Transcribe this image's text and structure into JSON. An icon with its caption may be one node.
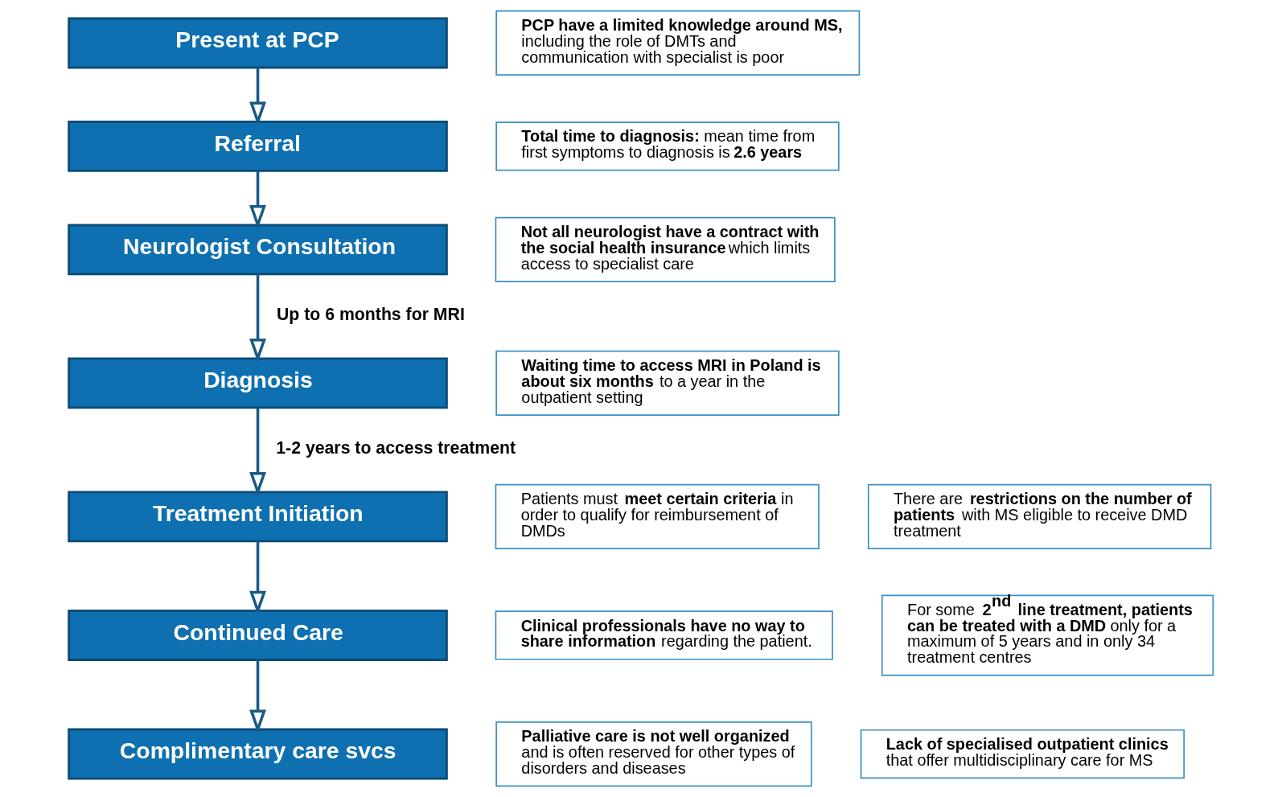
{
  "diagram": {
    "nodes": [
      {
        "text": [
          "Present at PCP"
        ]
      },
      {
        "text": [
          "Referral"
        ]
      },
      {
        "text": [
          "Neurologist Consultation"
        ]
      },
      {
        "text": [
          "Diagnosis"
        ]
      },
      {
        "text": [
          "Treatment Initiation"
        ]
      },
      {
        "text": [
          "Continued Care"
        ]
      },
      {
        "text": [
          "Complimentary care svcs"
        ]
      },
      {
        "text": [
          "**Total time to diagnosis**: mean time from first symptoms to diagnosis is **2.6 years**"
        ]
      },
      {
        "text": [
          "Patients must **meet certain criteria** in order to qualify for reimbursement of DMDs"
        ]
      },
      {
        "text": [
          "**Clinical professionals have no way to share information** regarding the patient."
        ]
      },
      {
        "text": [
          "**Palliative care is not well organized** and is often reserved for other types of disorders and diseases"
        ]
      },
      {
        "text": [
          "**PCP have a limited knowledge around MS**, including the role of DMTs and communication with specialist is poor"
        ]
      },
      {
        "text": [
          "**Not all neurologist have a contract with the social health insurance** which limits access to specialist care"
        ]
      },
      {
        "text": [
          "**Waiting time to access MRI in Poland is about six months** to a year in the outpatient setting"
        ]
      },
      {
        "text": [
          "There are **restrictions on the number of patients** with MS eligible to receive DMD treatment"
        ]
      },
      {
        "text": [
          "For some **2$^{nd}$ line treatment, patients can be treated with a DMD** only for a maximum of 5 years and in only 34 treatment centres"
        ]
      },
      {
        "text": [
          "**Lack of specialised outpatient clinics** that offer multidisciplinary care for MS"
        ]
      }
    ],
    "edges": [
      {
        "from": 0,
        "to": 1,
        "arrow": "to"
      },
      {
        "from": 1,
        "to": 2,
        "arrow": "to"
      },
      {
        "from": 2,
        "to": 3,
        "arrow": "to",
        "label": "Up to 6 months for MRI"
      },
      {
        "from": 3,
        "to": 4,
        "arrow": "to",
        "label": "1-2 years to access treatment"
      },
      {
        "from": 4,
        "to": 5,
        "arrow": "to"
      },
      {
        "from": 5,
        "to": 6,
        "arrow": "to"
      }
    ]
  }
}
